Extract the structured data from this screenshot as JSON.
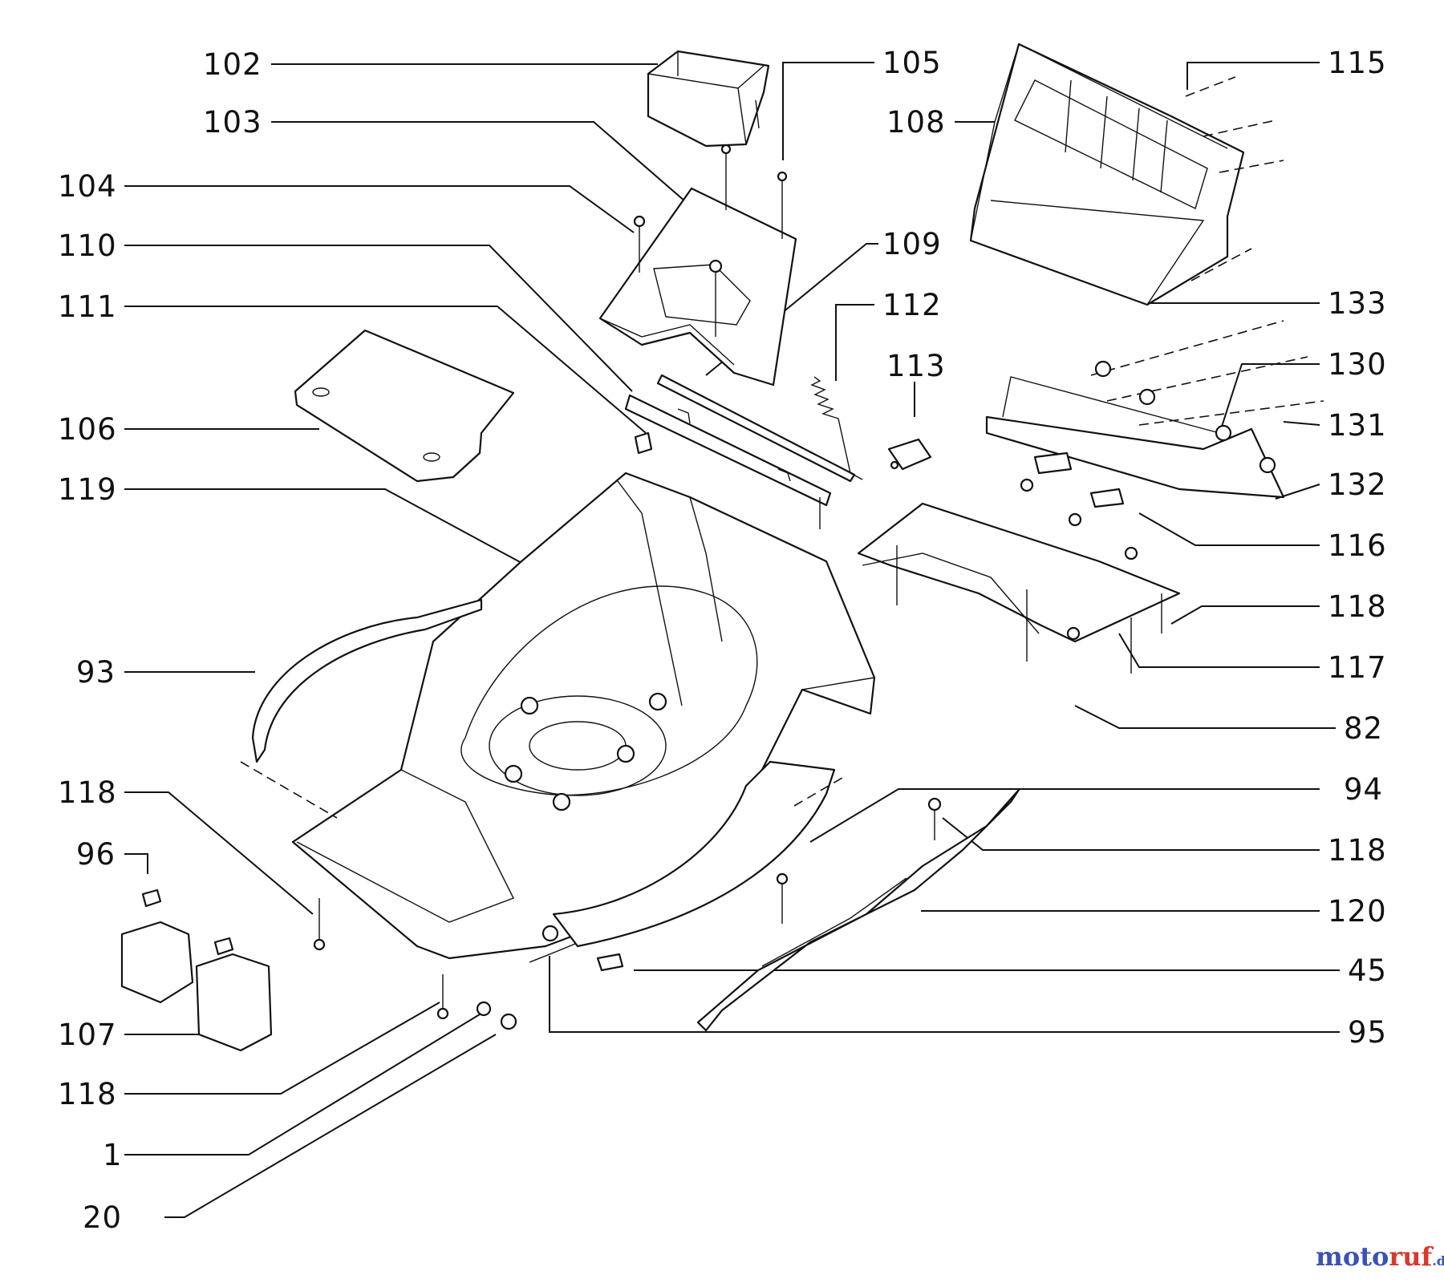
{
  "diagram": {
    "callouts": [
      {
        "id": "c102",
        "text": "102"
      },
      {
        "id": "c103",
        "text": "103"
      },
      {
        "id": "c104",
        "text": "104"
      },
      {
        "id": "c110",
        "text": "110"
      },
      {
        "id": "c111",
        "text": "111"
      },
      {
        "id": "c106",
        "text": "106"
      },
      {
        "id": "c119",
        "text": "119"
      },
      {
        "id": "c93",
        "text": "93"
      },
      {
        "id": "c118a",
        "text": "118"
      },
      {
        "id": "c96",
        "text": "96"
      },
      {
        "id": "c107",
        "text": "107"
      },
      {
        "id": "c118b",
        "text": "118"
      },
      {
        "id": "c1",
        "text": "1"
      },
      {
        "id": "c20",
        "text": "20"
      },
      {
        "id": "c105",
        "text": "105"
      },
      {
        "id": "c109",
        "text": "109"
      },
      {
        "id": "c112",
        "text": "112"
      },
      {
        "id": "c113",
        "text": "113"
      },
      {
        "id": "c108",
        "text": "108"
      },
      {
        "id": "c115",
        "text": "115"
      },
      {
        "id": "c133",
        "text": "133"
      },
      {
        "id": "c130",
        "text": "130"
      },
      {
        "id": "c131",
        "text": "131"
      },
      {
        "id": "c132",
        "text": "132"
      },
      {
        "id": "c116",
        "text": "116"
      },
      {
        "id": "c118c",
        "text": "118"
      },
      {
        "id": "c117",
        "text": "117"
      },
      {
        "id": "c82",
        "text": "82"
      },
      {
        "id": "c94",
        "text": "94"
      },
      {
        "id": "c118d",
        "text": "118"
      },
      {
        "id": "c120",
        "text": "120"
      },
      {
        "id": "c45",
        "text": "45"
      },
      {
        "id": "c95",
        "text": "95"
      }
    ]
  },
  "watermark": {
    "part1": "moto",
    "part2": "ruf",
    "part3": ".de"
  }
}
